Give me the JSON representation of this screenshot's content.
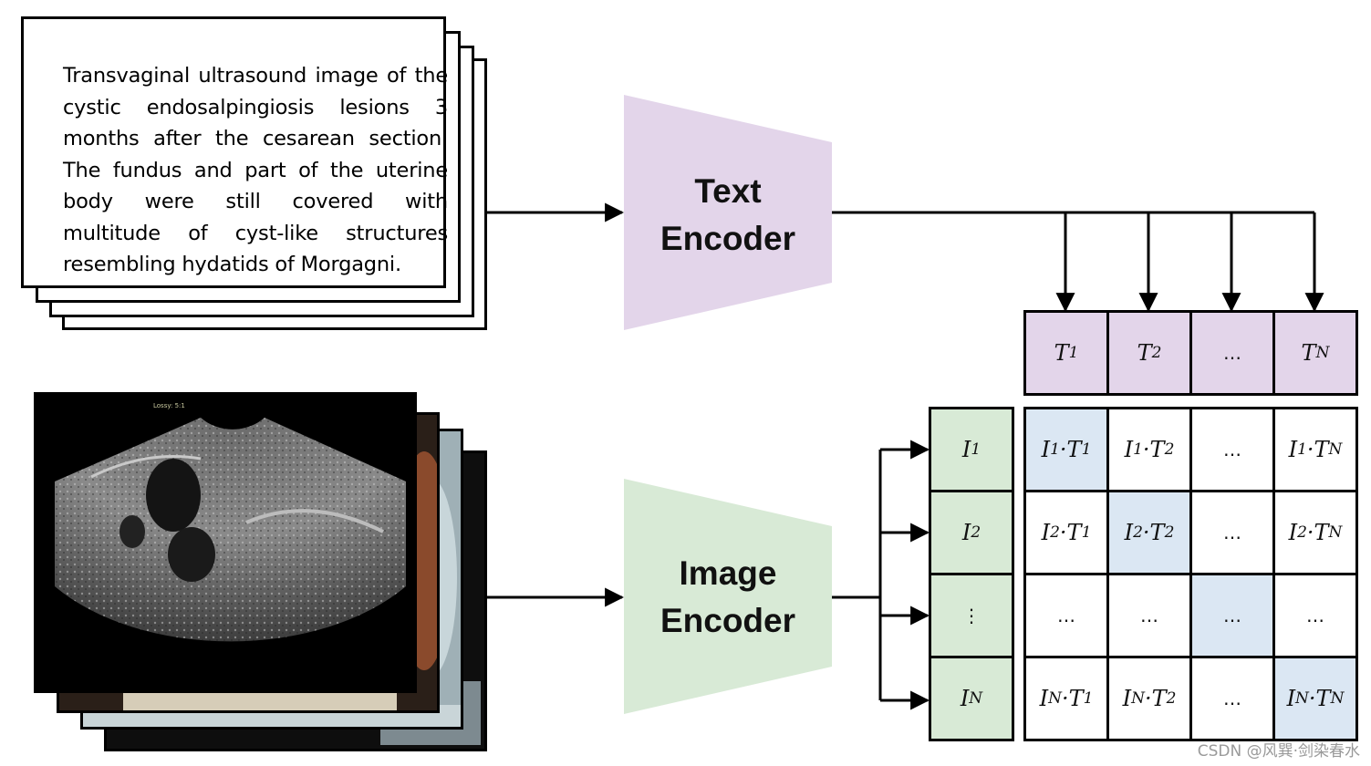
{
  "caption": "Transvaginal ultrasound image of the cystic endosalpingiosis lesions 3 months after the cesarean section. The fundus and part of the uterine body were still covered with multitude of cyst-like structures resembling hydatids of Morgagni.",
  "text_encoder": {
    "line1": "Text",
    "line2": "Encoder",
    "color": "#e3d5ea"
  },
  "image_encoder": {
    "line1": "Image",
    "line2": "Encoder",
    "color": "#d8ead6"
  },
  "text_embeddings": [
    {
      "sym": "T",
      "sub": "1"
    },
    {
      "sym": "T",
      "sub": "2"
    },
    {
      "sym": "…",
      "sub": ""
    },
    {
      "sym": "T",
      "sub": "N"
    }
  ],
  "image_embeddings": [
    {
      "sym": "I",
      "sub": "1"
    },
    {
      "sym": "I",
      "sub": "2"
    },
    {
      "sym": "⋮",
      "sub": ""
    },
    {
      "sym": "I",
      "sub": "N"
    }
  ],
  "matrix": [
    [
      "I1·T1",
      "I1·T2",
      "…",
      "I1·TN"
    ],
    [
      "I2·T1",
      "I2·T2",
      "…",
      "I2·TN"
    ],
    [
      "…",
      "…",
      "…",
      "…"
    ],
    [
      "IN·T1",
      "IN·T2",
      "…",
      "IN·TN"
    ]
  ],
  "colors": {
    "text_embed": "#e3d5ea",
    "image_embed": "#d8ead6",
    "diagonal": "#dbe7f3"
  },
  "ultrasound_overlay": {
    "top_label": "Lossy: 5:1"
  },
  "watermark": "CSDN @风巽·剑染春水"
}
